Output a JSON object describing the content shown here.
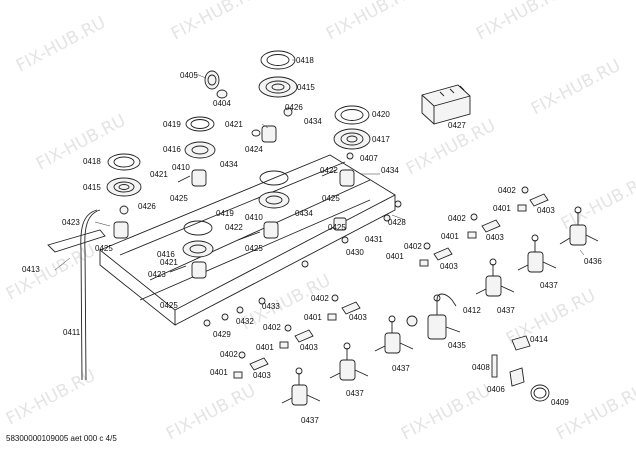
{
  "watermark": "FIX-HUB.RU",
  "footer": "58300000109005 aet 000 c 4/5",
  "labels": {
    "p0418a": "0418",
    "p0415a": "0415",
    "p0405": "0405",
    "p0404": "0404",
    "p0426a": "0426",
    "p0434a": "0434",
    "p0420": "0420",
    "p0417": "0417",
    "p0407": "0407",
    "p0427": "0427",
    "p0419a": "0419",
    "p0421a": "0421",
    "p0416a": "0416",
    "p0424": "0424",
    "p0410a": "0410",
    "p0434b": "0434",
    "p0418b": "0418",
    "p0415b": "0415",
    "p0421b": "0421",
    "p0425a": "0425",
    "p0422a": "0422",
    "p0434c": "0434",
    "p0426b": "0426",
    "p0423a": "0423",
    "p0425b": "0425",
    "p0419b": "0419",
    "p0410b": "0410",
    "p0434d": "0434",
    "p0425c": "0425",
    "p0428": "0428",
    "p0422b": "0422",
    "p0431": "0431",
    "p0413": "0413",
    "p0416b": "0416",
    "p0425d": "0425",
    "p0430": "0430",
    "p0421c": "0421",
    "p0423b": "0423",
    "p0425e": "0425",
    "p0433": "0433",
    "p0411": "0411",
    "p0429": "0429",
    "p0432": "0432",
    "p0402a": "0402",
    "p0403a": "0403",
    "p0401a": "0401",
    "p0402b": "0402",
    "p0401b": "0401",
    "p0403b": "0403",
    "p0402c": "0402",
    "p0401c": "0401",
    "p0403c": "0403",
    "p0436": "0436",
    "p0437a": "0437",
    "p0437b": "0437",
    "p0402d": "0402",
    "p0401d": "0401",
    "p0403d": "0403",
    "p0412": "0412",
    "p0414": "0414",
    "p0435": "0435",
    "p0402e": "0402",
    "p0401e": "0401",
    "p0403e": "0403",
    "p0408": "0408",
    "p0406": "0406",
    "p0409": "0409",
    "p0437c": "0437",
    "p0402f": "0402",
    "p0401f": "0401",
    "p0403f": "0403",
    "p0437d": "0437",
    "p0437e": "0437"
  }
}
